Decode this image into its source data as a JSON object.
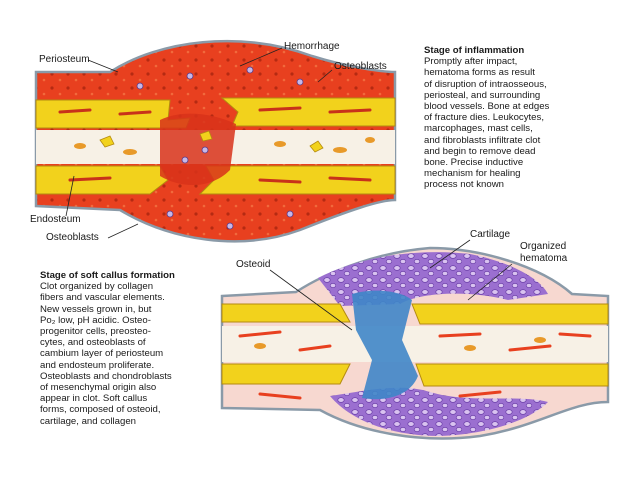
{
  "top_panel": {
    "labels": {
      "periosteum": "Periosteum",
      "hemorrhage": "Hemorrhage",
      "osteoblasts_top": "Osteoblasts",
      "endosteum": "Endosteum",
      "osteoblasts_bottom": "Osteoblasts"
    },
    "description": {
      "title": "Stage of inflammation",
      "lines": [
        "Promptly after impact,",
        "hematoma forms as result",
        "of disruption of intraosseous,",
        "periosteal, and surrounding",
        "blood vessels. Bone at edges",
        "of fracture dies. Leukocytes,",
        "marcophages, mast cells,",
        "and fibroblasts infiltrate clot",
        "and begin to remove dead",
        "bone. Precise inductive",
        "mechanism for healing",
        "process not known"
      ]
    }
  },
  "bottom_panel": {
    "labels": {
      "cartilage": "Cartilage",
      "osteoid": "Osteoid",
      "organized_hematoma_1": "Organized",
      "organized_hematoma_2": "hematoma"
    },
    "description": {
      "title": "Stage of soft callus formation",
      "lines": [
        "Clot organized by collagen",
        "fibers and vascular elements.",
        "New vessels grown in, but",
        "Po₂ low, pH acidic. Osteo-",
        "progenitor cells, preosteo-",
        "cytes, and osteoblasts of",
        "cambium layer of periosteum",
        "and endosteum proliferate.",
        "Osteoblasts and chondroblasts",
        "of mesenchymal origin also",
        "appear in clot. Soft callus",
        "forms, composed of osteoid,",
        "cartilage, and collagen"
      ]
    }
  },
  "colors": {
    "hematoma": "#e8401f",
    "cortical_bone": "#f2d21c",
    "marrow": "#f7f1e6",
    "cartilage": "#9b6fd0",
    "osteoid": "#3f86c8",
    "periosteum_edge": "#8a9aa8"
  }
}
